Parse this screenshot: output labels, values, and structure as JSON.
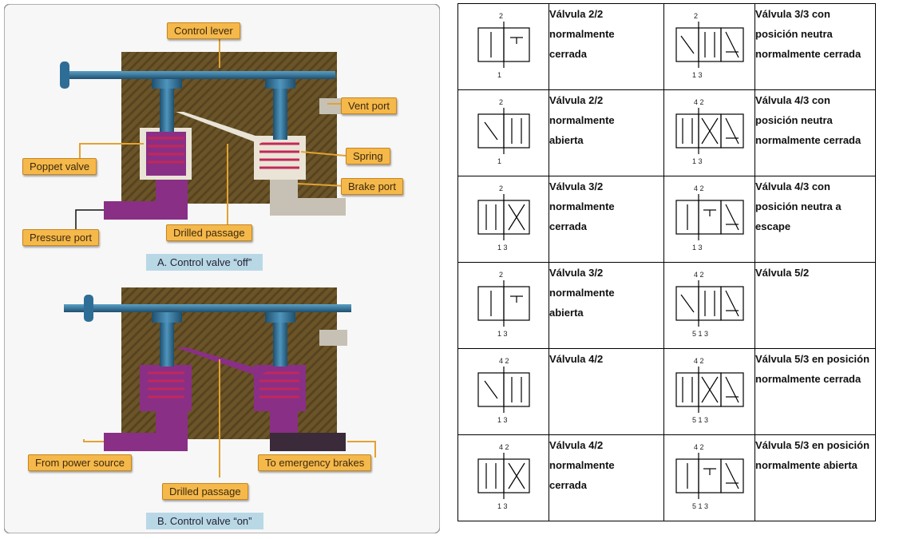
{
  "diagram": {
    "callouts": {
      "control_lever": "Control lever",
      "vent_port": "Vent port",
      "spring": "Spring",
      "poppet_valve": "Poppet valve",
      "brake_port": "Brake port",
      "pressure_port": "Pressure port",
      "drilled_passage_a": "Drilled passage",
      "from_power_source": "From power source",
      "to_emergency_brakes": "To emergency brakes",
      "drilled_passage_b": "Drilled passage"
    },
    "captions": {
      "a": "A. Control valve “off”",
      "b": "B. Control valve “on”"
    },
    "colors": {
      "body": "#6b5528",
      "stem": "#2e6e96",
      "port_purple": "#8a2f86",
      "spring_red": "#c2285a",
      "callout": "#f5b84a"
    }
  },
  "table": {
    "rows": [
      {
        "left": {
          "lines": [
            "Válvula 2/2",
            "normalmente",
            "cerrada"
          ],
          "ports_top": "2",
          "ports_bottom": "1"
        },
        "right": {
          "lines": [
            "Válvula 3/3 con",
            "posición neutra",
            "normalmente cerrada"
          ],
          "ports_top": "2",
          "ports_bottom": "1   3"
        }
      },
      {
        "left": {
          "lines": [
            "Válvula 2/2",
            "normalmente",
            "abierta"
          ],
          "ports_top": "2",
          "ports_bottom": "1"
        },
        "right": {
          "lines": [
            "Válvula 4/3 con",
            "posición neutra",
            "normalmente cerrada"
          ],
          "ports_top": "4   2",
          "ports_bottom": "1   3"
        }
      },
      {
        "left": {
          "lines": [
            "Válvula 3/2",
            "normalmente",
            "cerrada"
          ],
          "ports_top": "2",
          "ports_bottom": "1   3"
        },
        "right": {
          "lines": [
            "Válvula 4/3 con",
            "posición neutra a",
            "escape"
          ],
          "ports_top": "4   2",
          "ports_bottom": "1   3"
        }
      },
      {
        "left": {
          "lines": [
            "Válvula 3/2",
            "normalmente",
            "abierta"
          ],
          "ports_top": "2",
          "ports_bottom": "1   3"
        },
        "right": {
          "lines": [
            "Válvula 5/2"
          ],
          "ports_top": "4   2",
          "ports_bottom": "5 1 3"
        }
      },
      {
        "left": {
          "lines": [
            "Válvula 4/2"
          ],
          "ports_top": "4   2",
          "ports_bottom": "1   3"
        },
        "right": {
          "lines": [
            "Válvula 5/3 en posición",
            "normalmente cerrada"
          ],
          "ports_top": "4   2",
          "ports_bottom": "5 1 3"
        }
      },
      {
        "left": {
          "lines": [
            "Válvula 4/2",
            "normalmente",
            "cerrada"
          ],
          "ports_top": "4   2",
          "ports_bottom": "1   3"
        },
        "right": {
          "lines": [
            "Válvula 5/3 en posición",
            "normalmente abierta"
          ],
          "ports_top": "4   2",
          "ports_bottom": "5 1 3"
        }
      }
    ]
  }
}
